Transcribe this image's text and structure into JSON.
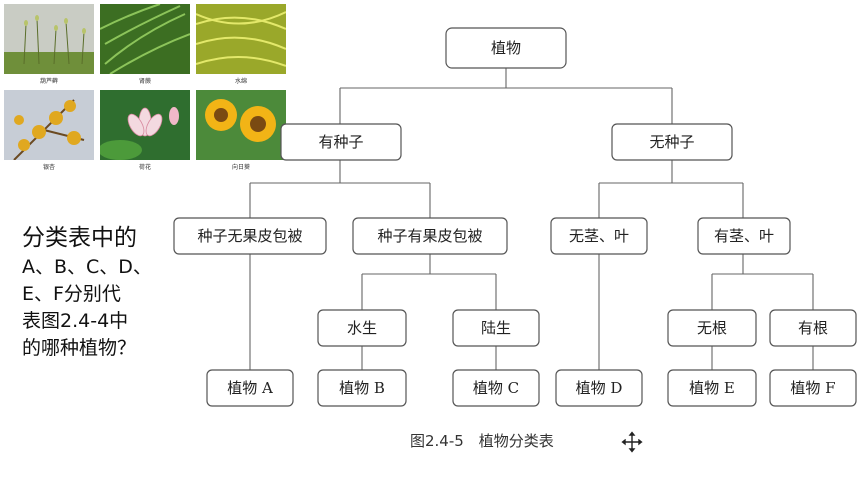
{
  "photos": [
    {
      "caption": "葫芦藓",
      "color": "#6f8f3a"
    },
    {
      "caption": "肾蕨",
      "color": "#4c8a2a"
    },
    {
      "caption": "水绵",
      "color": "#b9c43a"
    },
    {
      "caption": "银杏",
      "color": "#d9a21b"
    },
    {
      "caption": "荷花",
      "color": "#3f8a3a"
    },
    {
      "caption": "向日葵",
      "color": "#e8a414"
    }
  ],
  "question": {
    "line1": "分类表中的",
    "rest": [
      "A、B、C、D、",
      "E、F分别代",
      "表图2.4-4中",
      "的哪种植物？"
    ]
  },
  "tree": {
    "root": "植物",
    "seed": "有种子",
    "noseed": "无种子",
    "gymno": "种子无果皮包被",
    "angio": "种子有果皮包被",
    "nostem": "无茎、叶",
    "stem": "有茎、叶",
    "water": "水生",
    "land": "陆生",
    "noroot": "无根",
    "root2": "有根",
    "a": "植物 A",
    "b": "植物 B",
    "c": "植物 C",
    "d": "植物 D",
    "e": "植物 E",
    "f": "植物 F"
  },
  "caption": "图2.4-5　植物分类表"
}
